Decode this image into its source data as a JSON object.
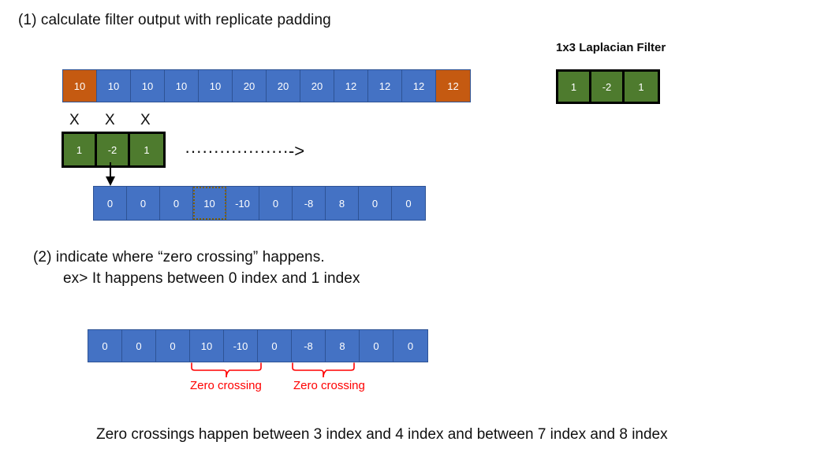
{
  "slide": {
    "section1_title": "(1) calculate filter output with replicate padding",
    "section2_title": "(2) indicate where “zero crossing” happens.",
    "section2_example": "ex> It happens between 0 index and 1 index",
    "bottom_caption": "Zero crossings happen between 3 index and 4 index and between 7 index and 8 index",
    "ellipsis_arrow": "··················->"
  },
  "legend": {
    "title": "1x3 Laplacian Filter",
    "cells": [
      {
        "value": "1"
      },
      {
        "value": "-2"
      },
      {
        "value": "1"
      }
    ]
  },
  "input_row": {
    "cells": [
      {
        "value": "10",
        "style": "orange"
      },
      {
        "value": "10",
        "style": "blue"
      },
      {
        "value": "10",
        "style": "blue"
      },
      {
        "value": "10",
        "style": "blue"
      },
      {
        "value": "10",
        "style": "blue"
      },
      {
        "value": "20",
        "style": "blue"
      },
      {
        "value": "20",
        "style": "blue"
      },
      {
        "value": "20",
        "style": "blue"
      },
      {
        "value": "12",
        "style": "blue"
      },
      {
        "value": "12",
        "style": "blue"
      },
      {
        "value": "12",
        "style": "blue"
      },
      {
        "value": "12",
        "style": "orange"
      }
    ]
  },
  "filter_row": {
    "multiply_marks": [
      "X",
      "X",
      "X"
    ],
    "cells": [
      {
        "value": "1"
      },
      {
        "value": "-2"
      },
      {
        "value": "1"
      }
    ]
  },
  "output_row_1": {
    "cells": [
      {
        "value": "0",
        "selected": false
      },
      {
        "value": "0",
        "selected": false
      },
      {
        "value": "0",
        "selected": false
      },
      {
        "value": "10",
        "selected": true
      },
      {
        "value": "-10",
        "selected": false
      },
      {
        "value": "0",
        "selected": false
      },
      {
        "value": "-8",
        "selected": false
      },
      {
        "value": "8",
        "selected": false
      },
      {
        "value": "0",
        "selected": false
      },
      {
        "value": "0",
        "selected": false
      }
    ]
  },
  "output_row_2": {
    "cells": [
      {
        "value": "0"
      },
      {
        "value": "0"
      },
      {
        "value": "0"
      },
      {
        "value": "10"
      },
      {
        "value": "-10"
      },
      {
        "value": "0"
      },
      {
        "value": "-8"
      },
      {
        "value": "8"
      },
      {
        "value": "0"
      },
      {
        "value": "0"
      }
    ]
  },
  "zero_crossings": [
    {
      "label": "Zero crossing",
      "between_indices": "3-4"
    },
    {
      "label": "Zero crossing",
      "between_indices": "7-8"
    }
  ],
  "colors": {
    "blue_cell": "#4472C4",
    "orange_cell": "#C55A11",
    "green_cell": "#4E7B2E",
    "annotation_red": "#FF0000",
    "text": "#101010"
  }
}
